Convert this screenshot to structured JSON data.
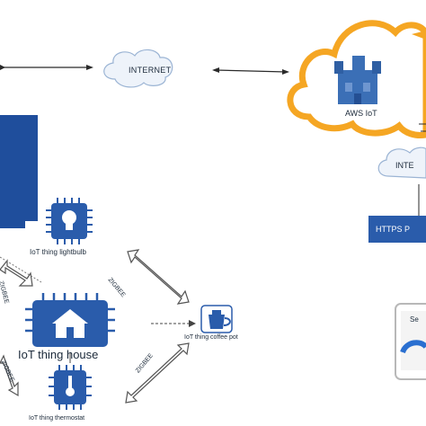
{
  "labels": {
    "internet": "INTERNET",
    "aws_iot": "AWS IoT",
    "internet_right": "INTE",
    "https": "HTTPS P",
    "zigbee_left_top": "ZIGBEE",
    "zigbee_mid": "ZIGBEE",
    "zigbee_left_bottom": "ZIGBEE",
    "zigbee_bottom": "ZIGBEE",
    "lightbulb": "IoT thing lightbulb",
    "house": "IoT thing house",
    "coffee": "IoT thing coffee pot",
    "thermostat": "IoT thing thermostat",
    "phone_text": "Se"
  },
  "colors": {
    "primary_blue": "#2a5cab",
    "dark_blue": "#1f4e9c",
    "cloud_orange": "#f5a623",
    "cloud_fill": "#eef3fa",
    "cloud_stroke": "#9bb4d4",
    "aws_icon": "#3b6fb6"
  }
}
